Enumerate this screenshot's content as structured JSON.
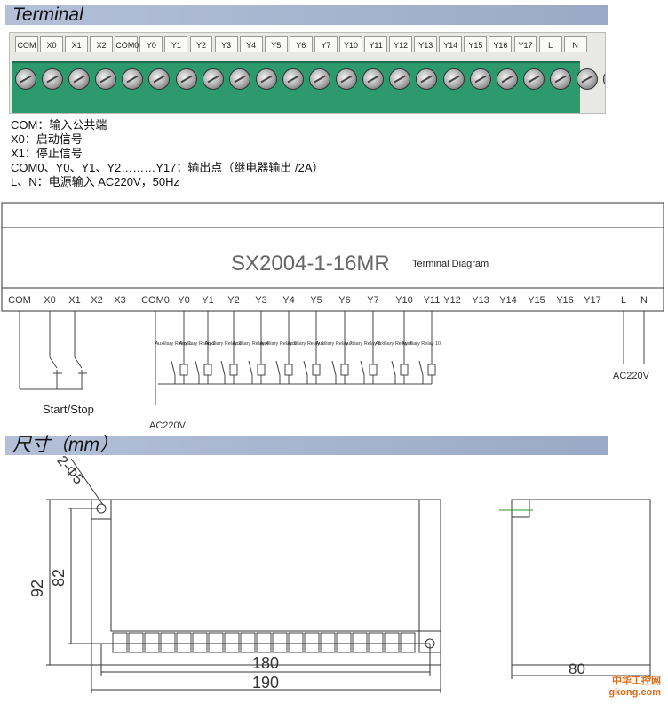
{
  "sections": {
    "terminal_title": "Terminal",
    "dimension_title": "尺寸（mm）"
  },
  "terminal_labels": [
    "COM",
    "X0",
    "X1",
    "X2",
    "COM0",
    "Y0",
    "Y1",
    "Y2",
    "Y3",
    "Y4",
    "Y5",
    "Y6",
    "Y7",
    "Y10",
    "Y11",
    "Y12",
    "Y13",
    "Y14",
    "Y15",
    "Y16",
    "Y17",
    "L",
    "N"
  ],
  "descriptions": [
    "COM：输入公共端",
    "X0：启动信号",
    "X1：停止信号",
    "COM0、Y0、Y1、Y2………Y17：输出点（继电器输出 /2A）",
    "L、N：电源输入  AC220V，50Hz"
  ],
  "wiring": {
    "model": "SX2004-1-16MR",
    "subtitle": "Terminal Diagram",
    "terminals": [
      "COM",
      "X0",
      "X1",
      "X2",
      "X3",
      "COM0",
      "Y0",
      "Y1",
      "Y2",
      "Y3",
      "Y4",
      "Y5",
      "Y6",
      "Y7",
      "Y10",
      "Y11",
      "Y12",
      "Y13",
      "Y14",
      "Y15",
      "Y16",
      "Y17",
      "L",
      "N"
    ],
    "relays": [
      "Auxiliary Relay 1",
      "Auxiliary Relay 2",
      "Auxiliary Relay 3",
      "Auxiliary Relay 4",
      "Auxiliary Relay 5",
      "Auxiliary Relay 6",
      "Auxiliary Relay 7",
      "Auxiliary Relay 8",
      "Auxiliary Relay 9",
      "Auxiliary Relay 10"
    ],
    "start_stop": "Start/Stop",
    "ac_left": "AC220V",
    "ac_right": "AC220V"
  },
  "dimensions": {
    "hole": "2-Φ5",
    "h_outer": "92",
    "h_inner": "82",
    "w_inner": "180",
    "w_outer": "190",
    "depth": "80"
  },
  "watermark": {
    "line1": "中华工控网",
    "line2": "gkong.com"
  }
}
